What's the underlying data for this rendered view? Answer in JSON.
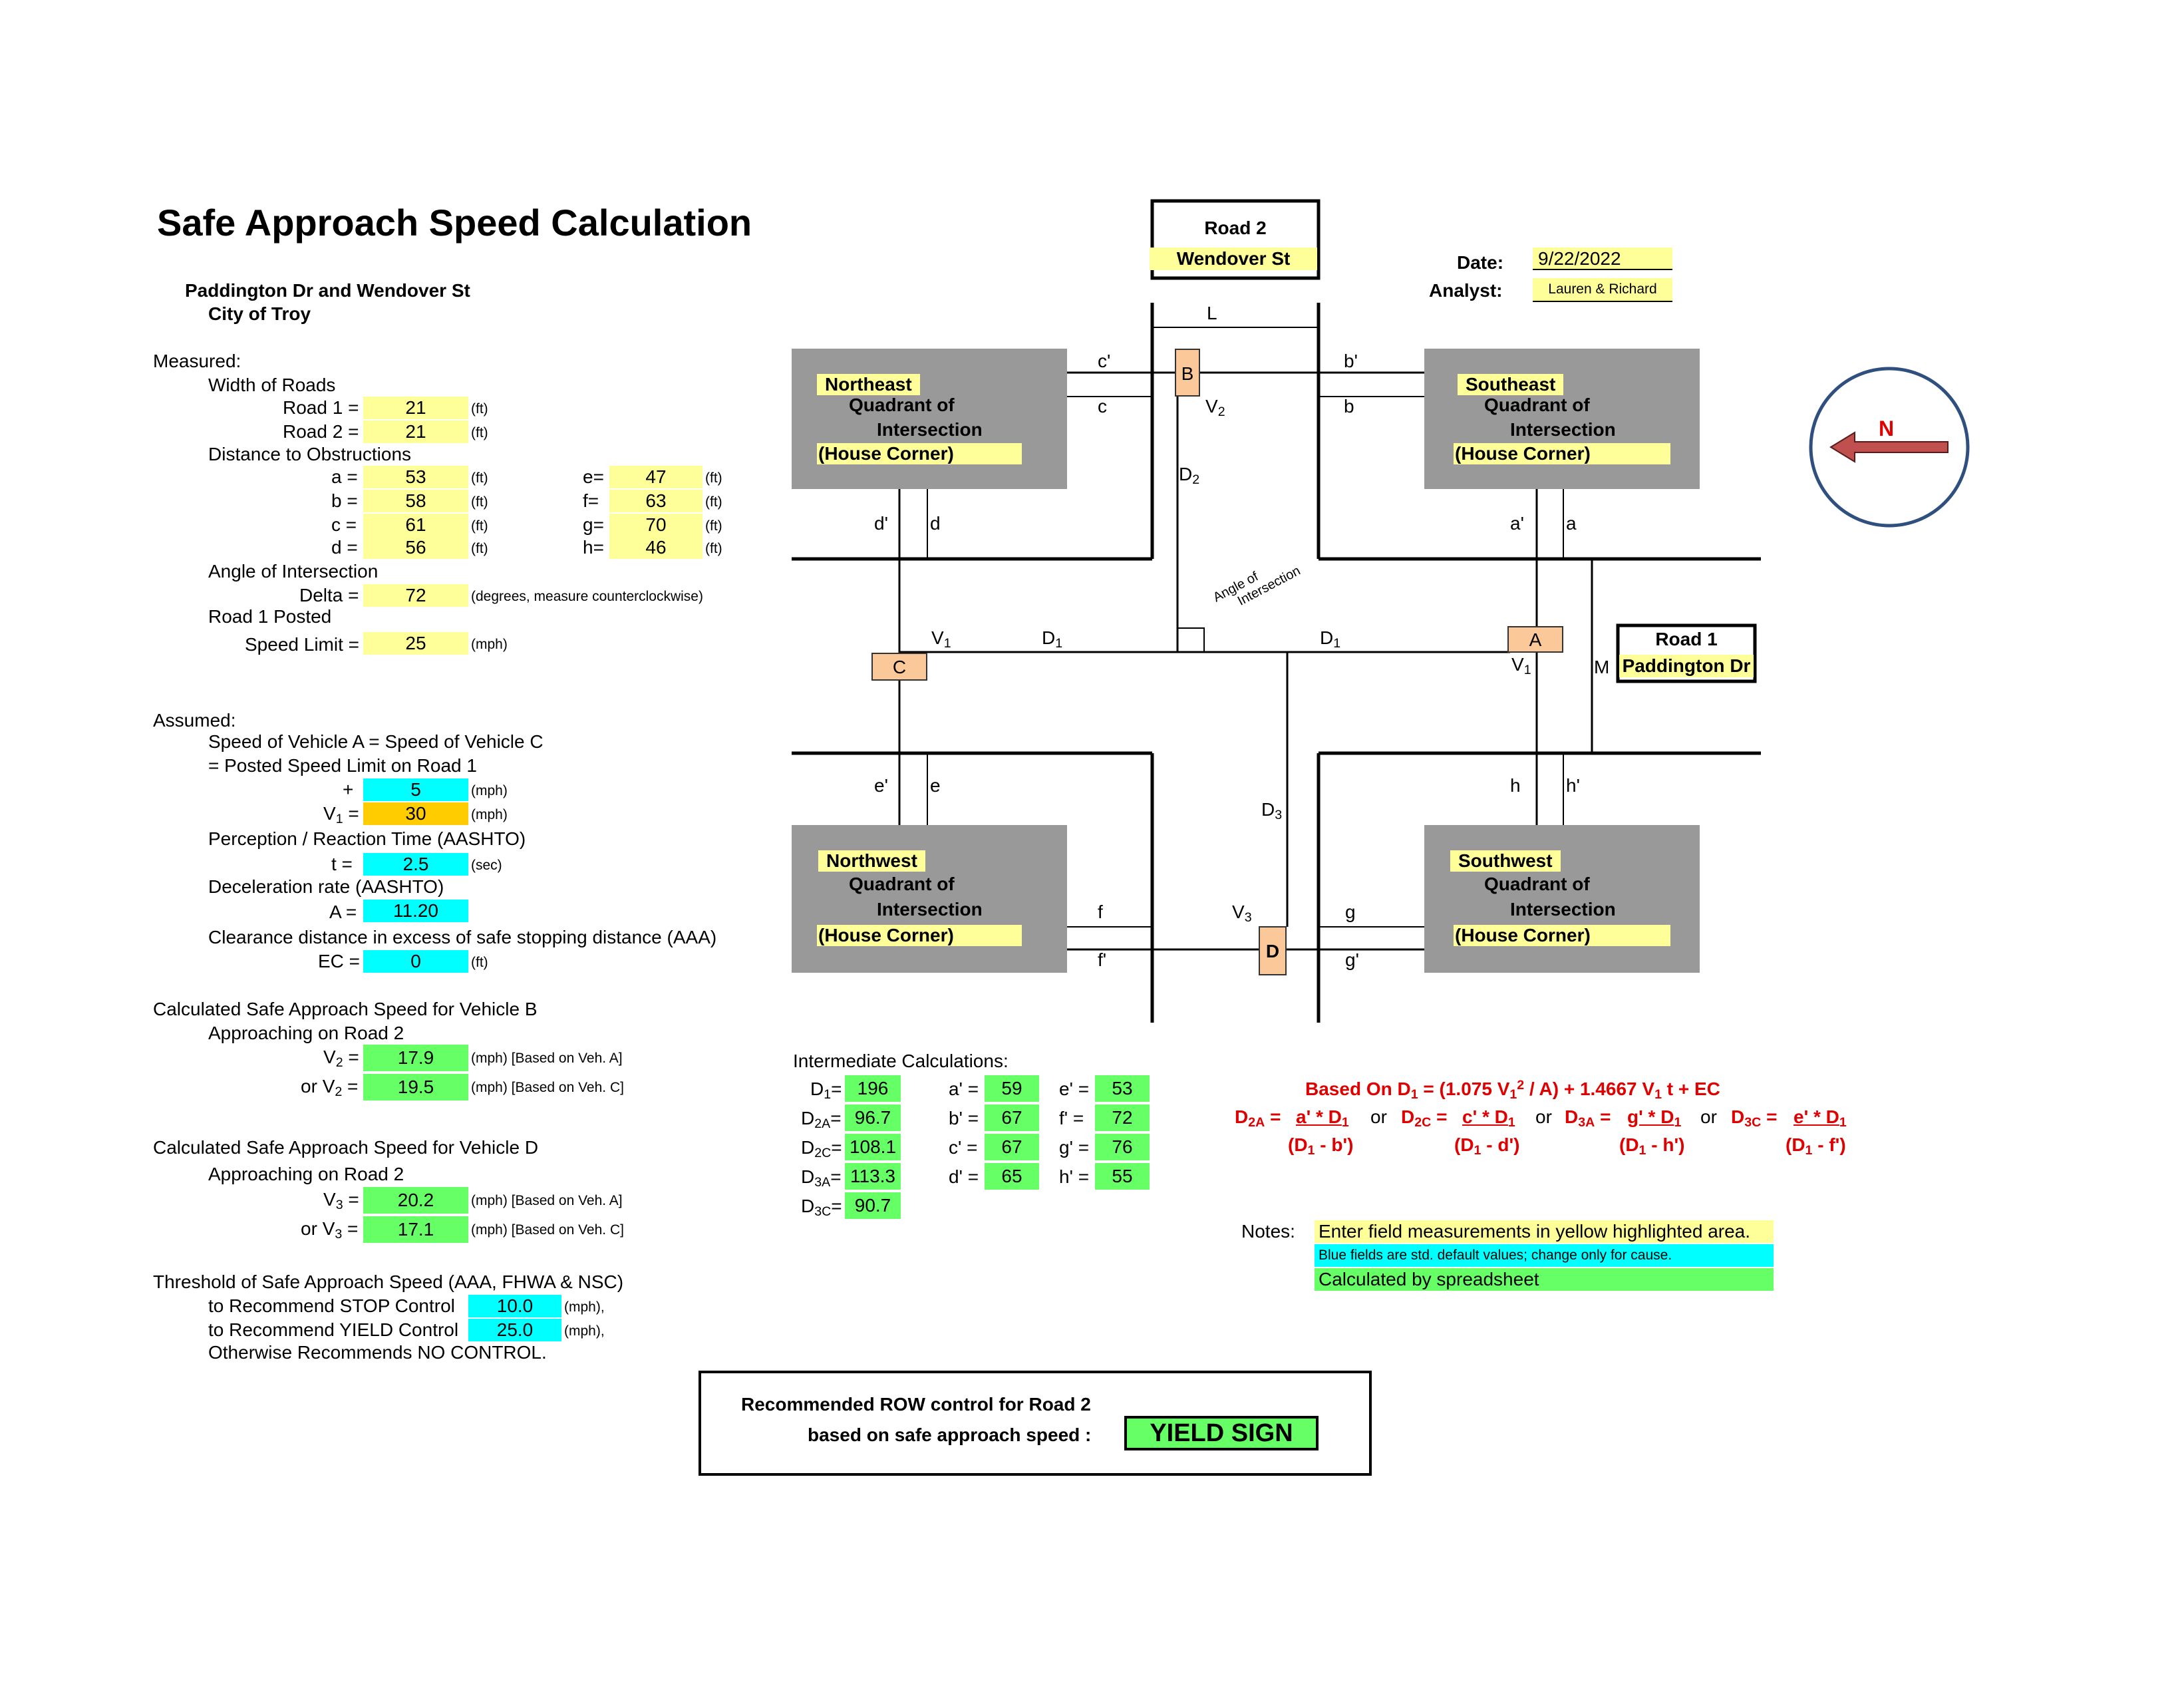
{
  "title": "Safe Approach Speed Calculation",
  "location": {
    "intersection": "Paddington Dr  and  Wendover St",
    "city": "City of Troy"
  },
  "header": {
    "date_label": "Date:",
    "date": "9/22/2022",
    "analyst_label": "Analyst:",
    "analyst": "Lauren & Richard"
  },
  "road2": {
    "label": "Road 2",
    "name": "Wendover St"
  },
  "road1": {
    "label": "Road 1",
    "name": "Paddington Dr"
  },
  "north_label": "N",
  "measured": {
    "heading": "Measured:",
    "width_heading": "Width of Roads",
    "road1_label": "Road 1 =",
    "road1": "21",
    "road2_label": "Road 2 =",
    "road2": "21",
    "unit_ft": "(ft)",
    "obstructions_heading": "Distance to Obstructions",
    "a_label": "a =",
    "a": "53",
    "b_label": "b =",
    "b": "58",
    "c_label": "c =",
    "c": "61",
    "d_label": "d =",
    "d": "56",
    "e_label": "e=",
    "e": "47",
    "f_label": "f=",
    "f": "63",
    "g_label": "g=",
    "g": "70",
    "h_label": "h=",
    "h": "46",
    "angle_heading": "Angle of Intersection",
    "delta_label": "Delta =",
    "delta": "72",
    "delta_unit": "(degrees, measure counterclockwise)",
    "posted_heading": "Road 1 Posted",
    "speed_label": "Speed Limit =",
    "speed": "25",
    "unit_mph": "(mph)"
  },
  "assumed": {
    "heading": "Assumed:",
    "line1": "Speed of Vehicle A = Speed of Vehicle C",
    "line2": "= Posted Speed Limit on Road 1",
    "plus_label": "+",
    "plus": "5",
    "v1_label": "V",
    "v1_sub": "1",
    "v1_eq": " =",
    "v1": "30",
    "prt_heading": "Perception / Reaction Time (AASHTO)",
    "t_label": "t =",
    "t": "2.5",
    "t_unit": "(sec)",
    "decel_heading": "Deceleration rate (AASHTO)",
    "a_label": "A =",
    "a": "11.20",
    "clearance_heading": "Clearance distance in excess of safe stopping distance (AAA)",
    "ec_label": "EC =",
    "ec": "0",
    "unit_ft": "(ft)",
    "unit_mph": "(mph)"
  },
  "vehicle_b": {
    "heading": "Calculated Safe Approach Speed for Vehicle B",
    "sub": "Approaching on Road 2",
    "v2a_label": "V",
    "v_sub": "2",
    "eq": " =",
    "v2a": "17.9",
    "v2a_note": "(mph) [Based on Veh. A]",
    "or": "or ",
    "v2c": "19.5",
    "v2c_note": "(mph) [Based on Veh. C]"
  },
  "vehicle_d": {
    "heading": "Calculated Safe Approach Speed for Vehicle D",
    "sub": "Approaching on Road 2",
    "v": "V",
    "v_sub": "3",
    "eq": " =",
    "or": "or ",
    "v3a": "20.2",
    "v3a_note": "(mph) [Based on Veh. A]",
    "v3c": "17.1",
    "v3c_note": "(mph) [Based on Veh. C]"
  },
  "threshold": {
    "heading": "Threshold of Safe Approach Speed (AAA, FHWA & NSC)",
    "stop_label": "to Recommend STOP Control",
    "stop": "10.0",
    "stop_unit": "(mph),",
    "yield_label": "to Recommend YIELD Control",
    "yield": "25.0",
    "yield_unit": "(mph),",
    "otherwise": "Otherwise Recommends NO CONTROL."
  },
  "recommendation": {
    "line1": "Recommended ROW control for Road 2",
    "line2": "based on safe approach speed :",
    "result": "YIELD SIGN"
  },
  "quadrants": [
    {
      "name": "Northeast",
      "line2": "Quadrant of",
      "line3": "Intersection",
      "line4": "(House Corner)"
    },
    {
      "name": "Southeast",
      "line2": "Quadrant of",
      "line3": "Intersection",
      "line4": "(House Corner)"
    },
    {
      "name": "Northwest",
      "line2": "Quadrant of",
      "line3": "Intersection",
      "line4": "(House Corner)"
    },
    {
      "name": "Southwest",
      "line2": "Quadrant of",
      "line3": "Intersection",
      "line4": "(House Corner)"
    }
  ],
  "diagram_labels": {
    "L": "L",
    "M": "M",
    "A": "A",
    "B": "B",
    "C": "C",
    "D": "D",
    "a": "a",
    "a_p": "a'",
    "b": "b",
    "b_p": "b'",
    "c": "c",
    "c_p": "c'",
    "d": "d",
    "d_p": "d'",
    "e": "e",
    "e_p": "e'",
    "f": "f",
    "f_p": "f'",
    "g": "g",
    "g_p": "g'",
    "h": "h",
    "h_p": "h'",
    "V": "V",
    "sub1": "1",
    "sub2": "2",
    "sub3": "3",
    "angle1": "Angle of",
    "angle2": "Intersection"
  },
  "intermediate": {
    "heading": "Intermediate Calculations:",
    "D": "D",
    "d1_sub": "1",
    "d1": "196",
    "d2a_sub": "2A",
    "d2a": "96.7",
    "d2c_sub": "2C",
    "d2c": "108.1",
    "d3a_sub": "3A",
    "d3a": "113.3",
    "d3c_sub": "3C",
    "d3c": "90.7",
    "eq": "=",
    "ap_label": "a' =",
    "ap": "59",
    "bp_label": "b' =",
    "bp": "67",
    "cp_label": "c' =",
    "cp": "67",
    "dp_label": "d' =",
    "dp": "65",
    "ep_label": "e' =",
    "ep": "53",
    "fp_label": "f' =",
    "fp": "72",
    "gp_label": "g' =",
    "gp": "76",
    "hp_label": "h' =",
    "hp": "55"
  },
  "formula": {
    "based_on": "Based On ",
    "d": "D",
    "one": "1",
    "eq_lhs": " = (1.075 V",
    "two": "2",
    "a_part": " / A) + 1.4667 V",
    "rhs": " t + EC",
    "d2a": "2A",
    "d2c": "2C",
    "d3a": "3A",
    "d3c": "3C",
    "assign": " =",
    "or": "or",
    "num_a": "a' * D",
    "num_c": "c' * D",
    "num_g": "g' * D",
    "num_e": "e' * D",
    "den_b": " - b')",
    "den_d": " - d')",
    "den_h": " - h')",
    "den_f": " - f')",
    "open": "(D"
  },
  "notes": {
    "label": "Notes:",
    "yellow": "Enter field measurements in yellow highlighted area.",
    "blue": "Blue fields are std. default values; change only for cause.",
    "green": "Calculated by spreadsheet"
  },
  "colors": {
    "input": "#ffff99",
    "default": "#00ffff",
    "calculated": "#66ff66",
    "formula": "#e00000",
    "quadrant": "#999999",
    "vehicle": "#fbc89a",
    "compass": "#2f4f7f",
    "arrow": "#c0504d"
  }
}
